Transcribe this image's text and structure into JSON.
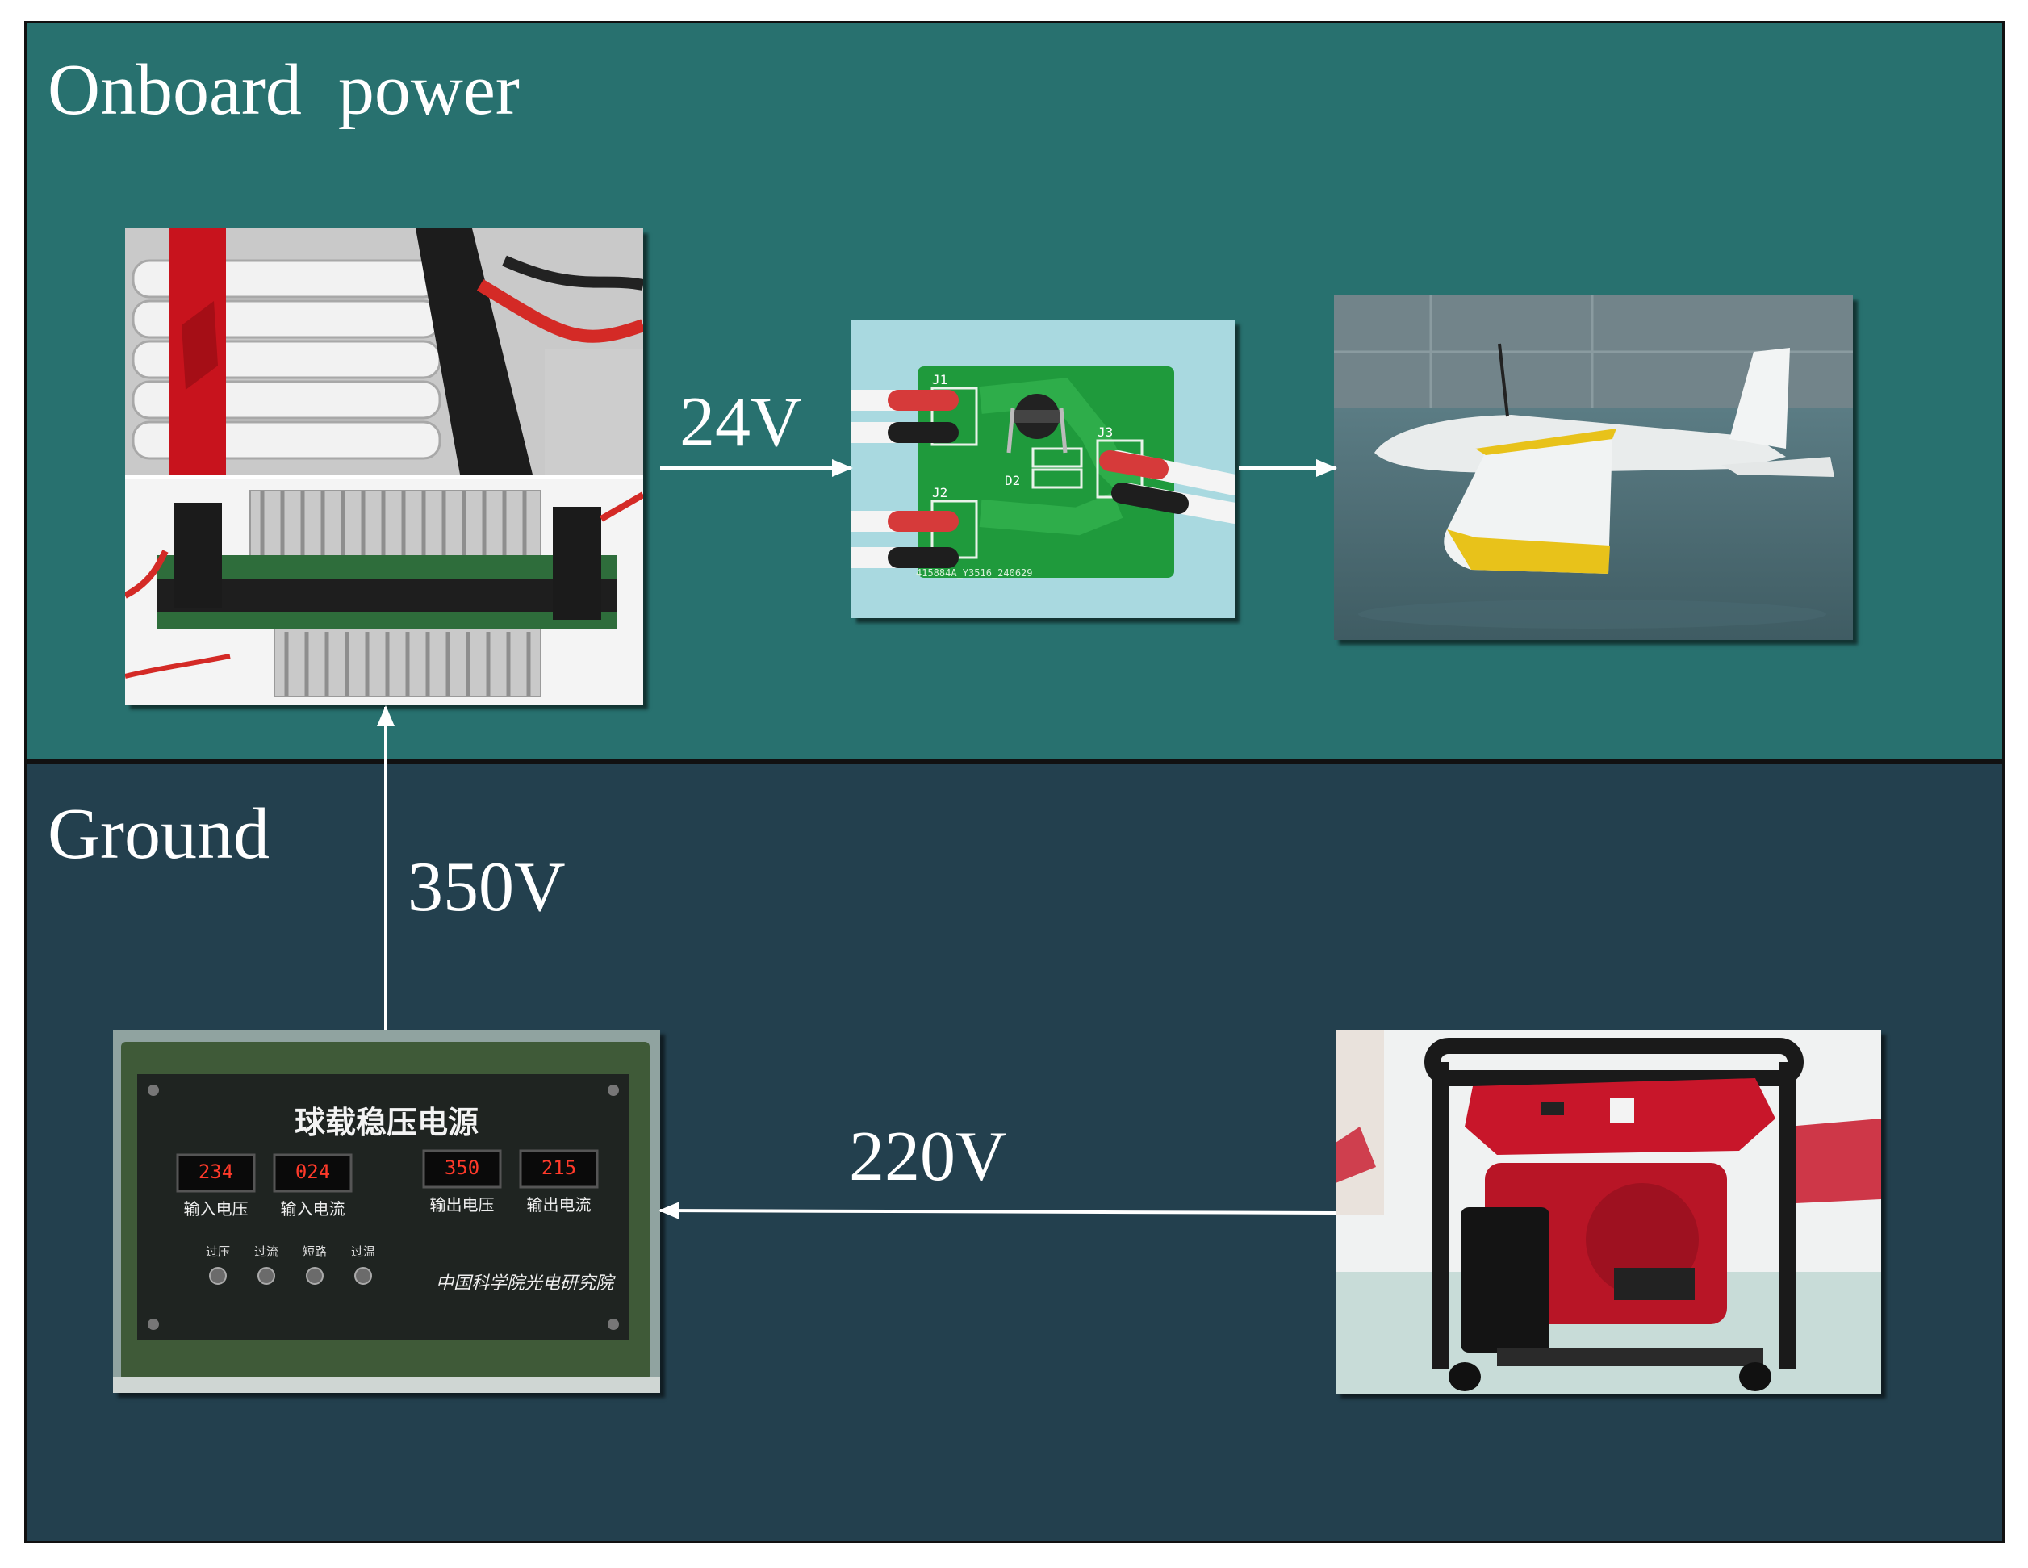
{
  "panels": {
    "onboard": {
      "title": "Onboard  power"
    },
    "ground": {
      "title": "Ground"
    }
  },
  "voltages": {
    "battery_to_pcb": "24V",
    "supply_to_onboard": "350V",
    "generator_to_supply": "220V"
  },
  "ground_supply": {
    "title": "球载稳压电源",
    "meters": [
      {
        "reading": "234",
        "label": "输入电压"
      },
      {
        "reading": "024",
        "label": "输入电流"
      },
      {
        "reading": "350",
        "label": "输出电压"
      },
      {
        "reading": "215",
        "label": "输出电流"
      }
    ],
    "indicators": [
      "过压",
      "过流",
      "短路",
      "过温"
    ],
    "maker": "中国科学院光电研究院"
  },
  "pcb": {
    "labels": [
      "J1",
      "J2",
      "J3",
      "D2"
    ],
    "serial": "415884A_Y3516_240629"
  },
  "colors": {
    "onboard_bg": "#28716f",
    "ground_bg": "#23404e",
    "arrow": "#ffffff",
    "pcb_green": "#1f9a3c",
    "supply_green": "#3f5a38",
    "meter_red": "#ff3a2a",
    "generator_red": "#c8162a",
    "aircraft_wing_tip": "#e8c21a"
  }
}
